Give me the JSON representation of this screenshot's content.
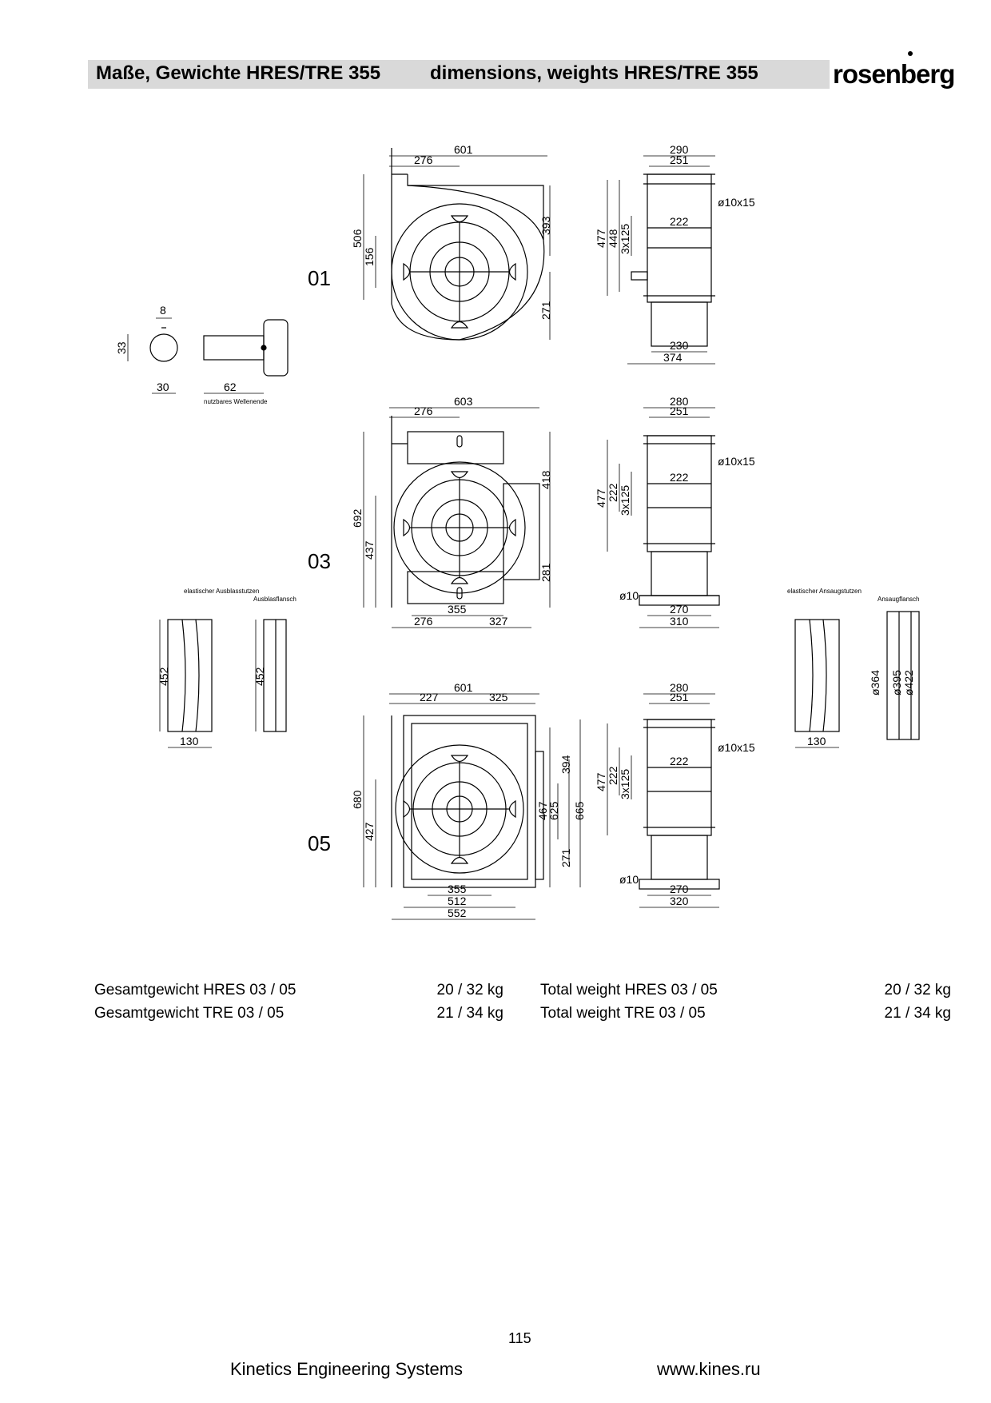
{
  "header": {
    "title_de": "Maße, Gewichte HRES/TRE 355",
    "title_en": "dimensions, weights HRES/TRE 355",
    "logo": "rosenberg"
  },
  "variants": {
    "v01": "01",
    "v03": "03",
    "v05": "05"
  },
  "shaft": {
    "d8": "8",
    "d33": "33",
    "d30": "30",
    "d62": "62",
    "note": "nutzbares Wellenende"
  },
  "v01_front": {
    "w601": "601",
    "w276": "276",
    "h506": "506",
    "h156": "156",
    "h393": "393",
    "h271": "271"
  },
  "v01_side": {
    "w290": "290",
    "w251": "251",
    "hole": "ø10x15",
    "w222": "222",
    "h477": "477",
    "h448": "448",
    "p3x125": "3x125",
    "w230": "230",
    "w374": "374"
  },
  "v03_front": {
    "w603": "603",
    "w276": "276",
    "h692": "692",
    "h437": "437",
    "h418": "418",
    "h281": "281",
    "w355": "355",
    "b276": "276",
    "b327": "327"
  },
  "v03_side": {
    "w280": "280",
    "w251": "251",
    "hole": "ø10x15",
    "w222": "222",
    "h477": "477",
    "h222": "222",
    "p3x125": "3x125",
    "d10": "ø10",
    "w270": "270",
    "w310": "310"
  },
  "v05_front": {
    "w601": "601",
    "w227": "227",
    "w325": "325",
    "h680": "680",
    "h427": "427",
    "h394": "394",
    "h467": "467",
    "h625": "625",
    "h665": "665",
    "h271": "271",
    "w355": "355",
    "w512": "512",
    "w552": "552"
  },
  "v05_side": {
    "w280": "280",
    "w251": "251",
    "hole": "ø10x15",
    "w222": "222",
    "h477": "477",
    "h222": "222",
    "p3x125": "3x125",
    "d10": "ø10",
    "w270": "270",
    "w320": "320"
  },
  "acc_left": {
    "lbl_elastic": "elastischer Ausblasstutzen",
    "lbl_flange": "Ausblasflansch",
    "h452a": "452",
    "h452b": "452",
    "w130": "130"
  },
  "acc_right": {
    "lbl_elastic": "elastischer Ansaugstutzen",
    "lbl_flange": "Ansaugflansch",
    "d364": "ø364",
    "d395": "ø395",
    "d422": "ø422",
    "w130": "130"
  },
  "weights": [
    {
      "label": "Gesamtgewicht HRES 03 / 05",
      "value": "20 / 32 kg",
      "label_en": "Total weight HRES  03 / 05",
      "value_en": "20 / 32 kg"
    },
    {
      "label": "Gesamtgewicht TRE 03 / 05",
      "value": "21 / 34 kg",
      "label_en": "Total weight TRE 03 / 05",
      "value_en": "21 / 34 kg"
    }
  ],
  "footer": {
    "page": "115",
    "company": "Kinetics Engineering Systems",
    "url": "www.kines.ru"
  }
}
